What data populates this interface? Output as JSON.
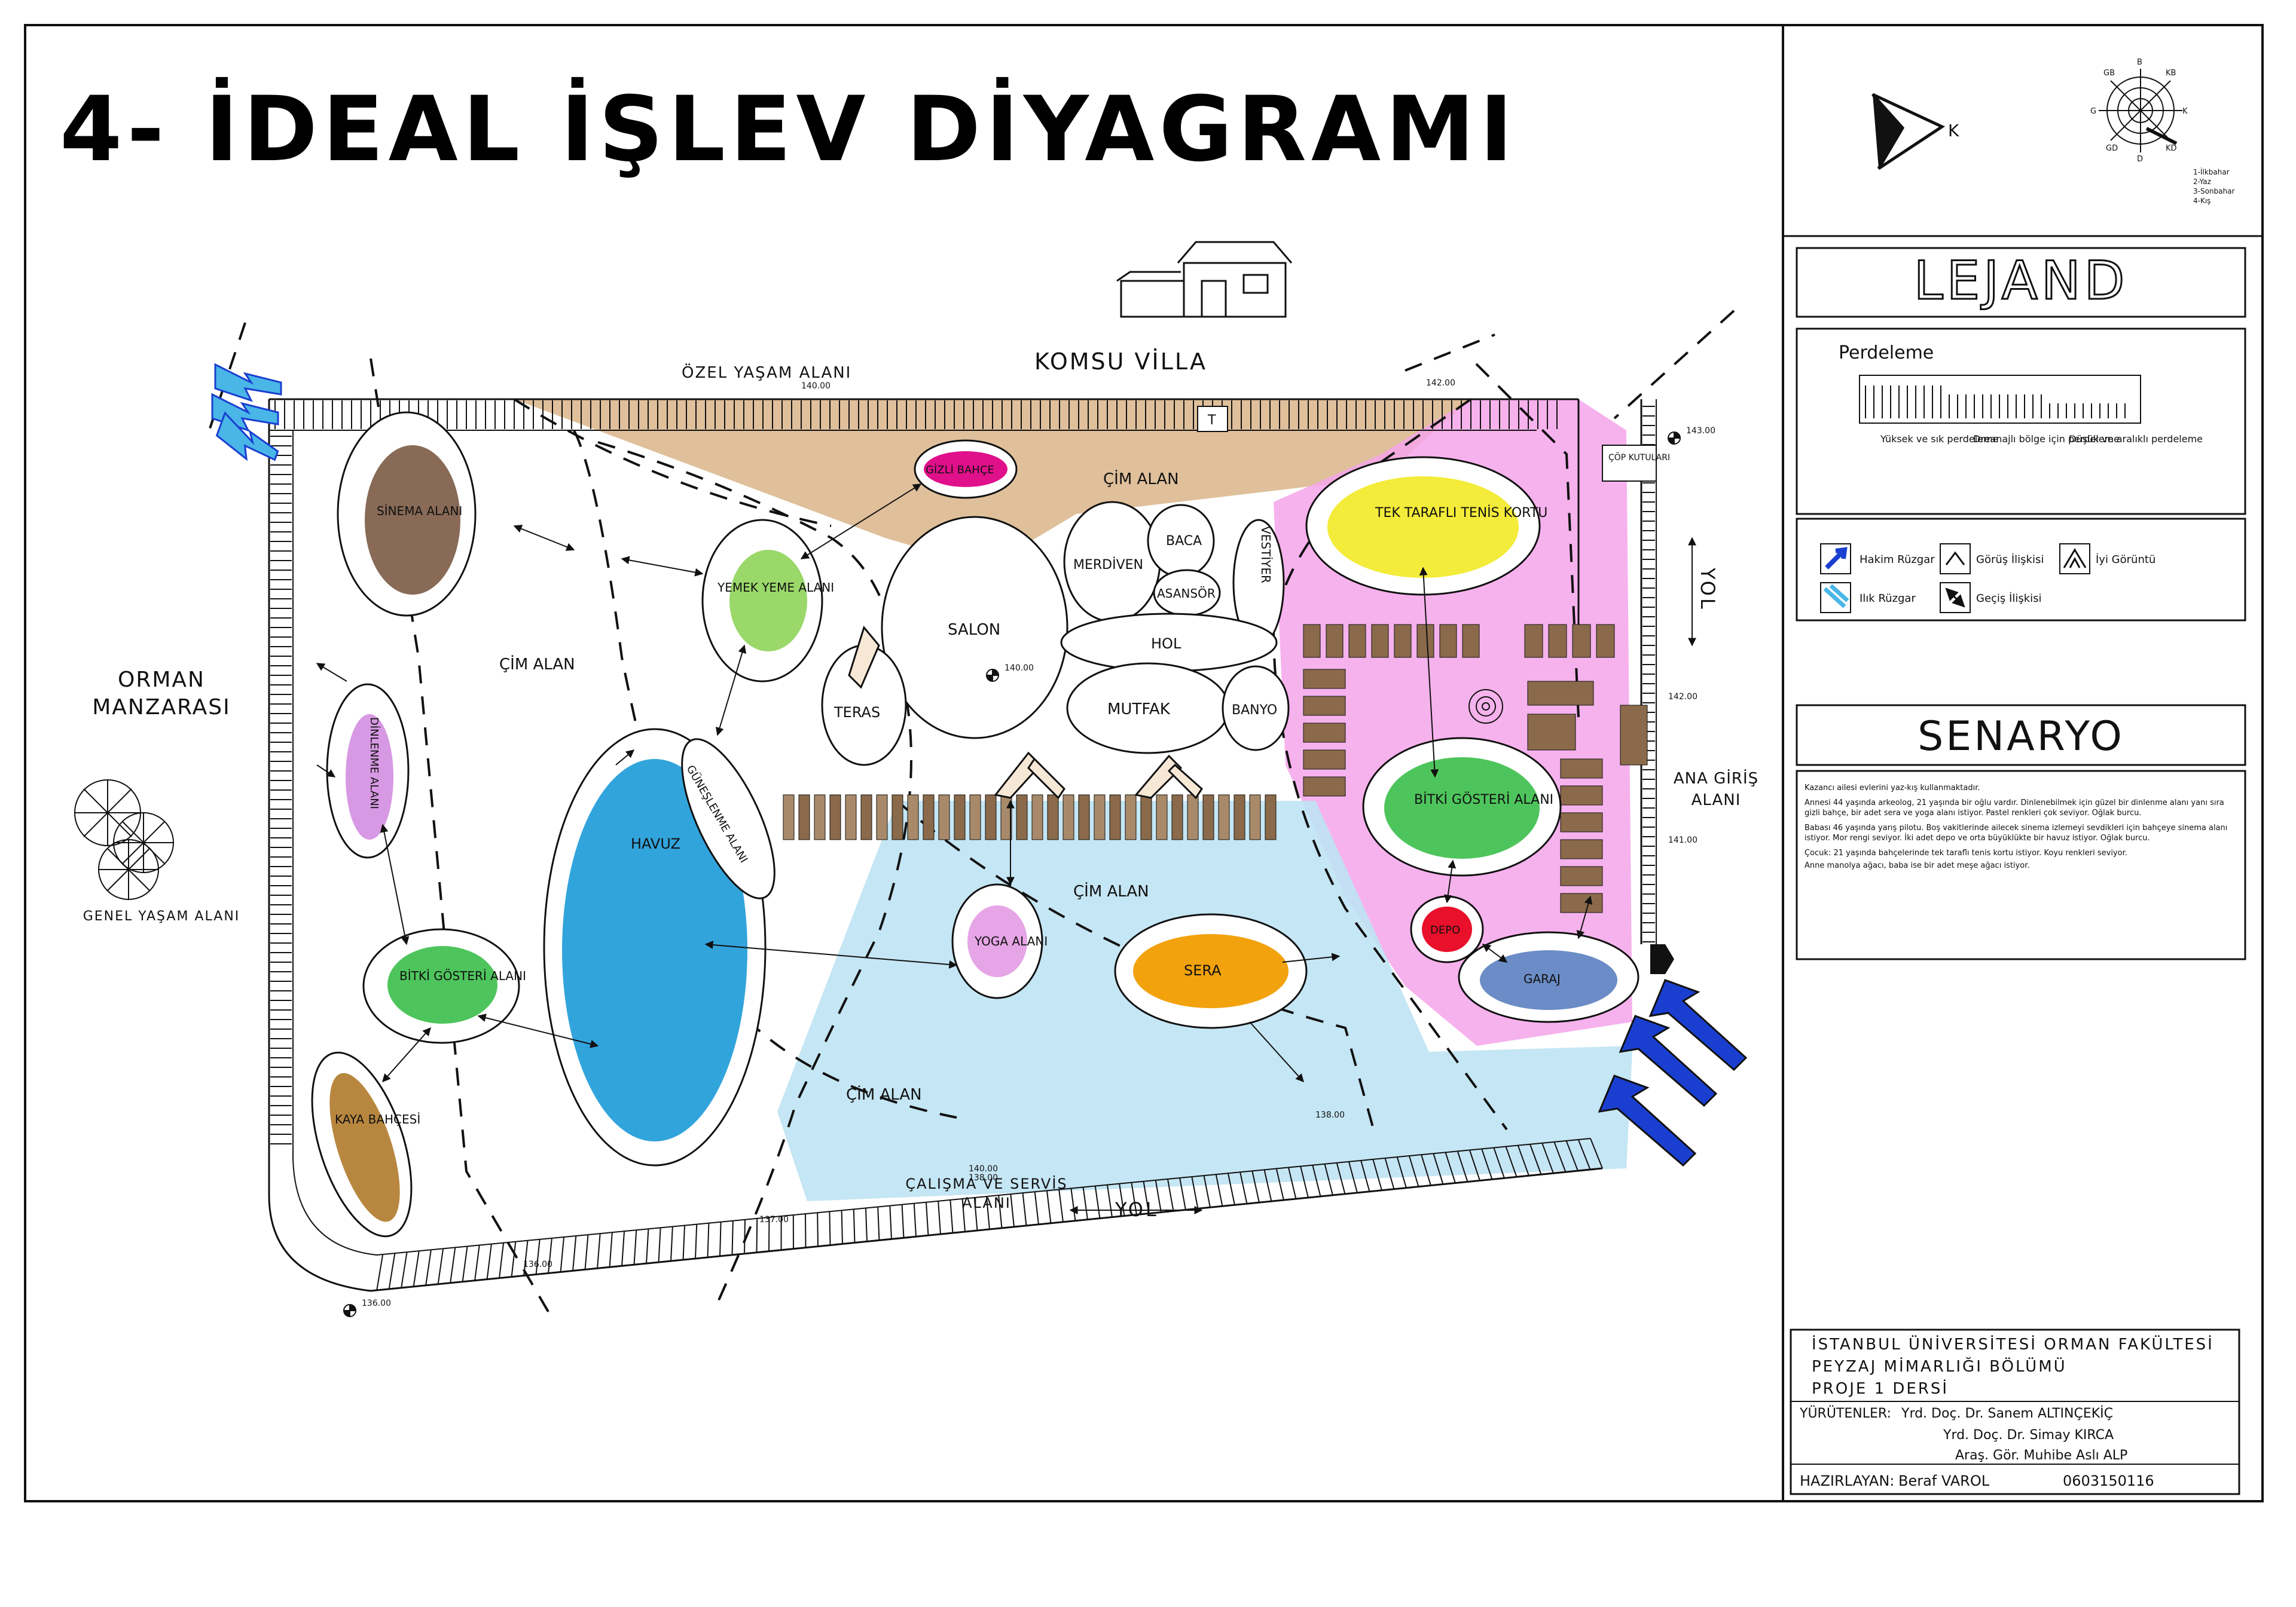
{
  "title": "4- İDEAL İŞLEV DİYAGRAMI",
  "north_label": "K",
  "compass": {
    "directions": [
      "K",
      "KD",
      "D",
      "GD",
      "G",
      "GB",
      "B",
      "KB"
    ],
    "seasons": [
      "1-İlkbahar",
      "2-Yaz",
      "3-Sonbahar",
      "4-Kış"
    ]
  },
  "legend": {
    "title": "LEJAND",
    "screening": {
      "label": "Perdeleme",
      "items": [
        "Yüksek ve sık perdeleme",
        "Dreanajlı bölge için perdeleme",
        "Düşük ve aralıklı perdeleme"
      ]
    },
    "symbols": [
      "Hakim Rüzgar",
      "Görüş İlişkisi",
      "İyi Görüntü",
      "Ilık Rüzgar",
      "Geçiş İlişkisi"
    ]
  },
  "scenario": {
    "title": "SENARYO",
    "lines": [
      "Kazancı ailesi evlerini yaz-kış kullanmaktadır.",
      "Annesi 44 yaşında arkeolog, 21 yaşında bir oğlu vardır. Dinlenebilmek için güzel bir dinlenme alanı yanı sıra gizli bahçe, bir adet sera ve yoga alanı istiyor. Pastel renkleri çok seviyor. Oğlak burcu.",
      "Babası 46 yaşında yarış pilotu. Boş vakitlerinde ailecek sinema izlemeyi sevdikleri için bahçeye sinema alanı istiyor. Mor rengi seviyor. İki adet depo ve orta büyüklükte bir havuz istiyor. Oğlak burcu.",
      "Çocuk: 21 yaşında bahçelerinde tek taraflı tenis kortu istiyor. Koyu renkleri seviyor.",
      "Anne manolya ağacı, baba ise bir adet meşe ağacı istiyor."
    ]
  },
  "title_block": {
    "university": "İSTANBUL ÜNİVERSİTESİ ORMAN FAKÜLTESİ",
    "department": "PEYZAJ MİMARLIĞI BÖLÜMÜ",
    "course": "PROJE 1 DERSİ",
    "supervisors_label": "YÜRÜTENLER:",
    "supervisors": [
      "Yrd. Doç. Dr. Sanem ALTINÇEKİÇ",
      "Yrd. Doç. Dr. Simay KIRCA",
      "Araş. Gör. Muhibe Aslı ALP"
    ],
    "prepared_label": "HAZIRLAYAN:",
    "prepared_by": "Beraf VAROL",
    "student_no": "0603150116"
  },
  "plan": {
    "labels": {
      "komsu_villa": "KOMSU VİLLA",
      "ozel_yasam": "ÖZEL YAŞAM ALANI",
      "cim_top": "ÇİM ALAN",
      "cim_left": "ÇİM ALAN",
      "cim_mid": "ÇİM ALAN",
      "cim_bottom": "ÇİM ALAN",
      "orman_manzarasi": "ORMAN MANZARASI",
      "genel_yasam": "GENEL YAŞAM ALANI",
      "calisma": "ÇALIŞMA VE SERVİS ALANI",
      "yol_bottom": "YOL",
      "yol_right": "YOL",
      "ana_giris": "ANA GİRİŞ ALANI",
      "cop": "ÇÖP KUTULARI",
      "t_box": "T"
    },
    "zones": {
      "sinema": "SİNEMA ALANI",
      "yemek": "YEMEK YEME ALANI",
      "gizli": "GİZLİ BAHÇE",
      "dinlenme": "DİNLENME ALANI",
      "havuz": "HAVUZ",
      "guneslenme": "GÜNEŞLENME ALANI",
      "bitki_left": "BİTKİ GÖSTERİ ALANI",
      "kaya": "KAYA BAHÇESİ",
      "yoga": "YOGA ALANI",
      "sera": "SERA",
      "tenis": "TEK TARAFLI TENİS KORTU",
      "bitki_right": "BİTKİ GÖSTERİ ALANI",
      "depo": "DEPO",
      "garaj": "GARAJ"
    },
    "rooms": {
      "salon": "SALON",
      "teras": "TERAS",
      "merdiven": "MERDİVEN",
      "baca": "BACA",
      "asansor": "ASANSÖR",
      "vestiyer": "VESTİYER",
      "hol": "HOL",
      "mutfak": "MUTFAK",
      "banyo": "BANYO"
    },
    "elevations": [
      "140.00",
      "142.00",
      "143.00",
      "140.00",
      "142.00",
      "141.00",
      "140.00",
      "138.00",
      "138.00",
      "137.00",
      "136.00",
      "136.00"
    ]
  },
  "colors": {
    "sinema": "#7b5a45",
    "yemek": "#8fd45a",
    "gizli": "#e0108a",
    "dinlenme": "#d38ee0",
    "havuz": "#1c9ad8",
    "bitki": "#3bbf4a",
    "kaya": "#b07a2a",
    "yoga": "#e39be3",
    "sera": "#f2a20d",
    "tenis": "#f3ec3a",
    "depo": "#e8102a",
    "garaj": "#5b7fc0",
    "pink_zone": "#f4a4ea",
    "tan_zone": "#d9b58a",
    "blue_zone": "#bfe3f3",
    "wind": "#1a3fd0",
    "paving": "#8a6a4a"
  }
}
